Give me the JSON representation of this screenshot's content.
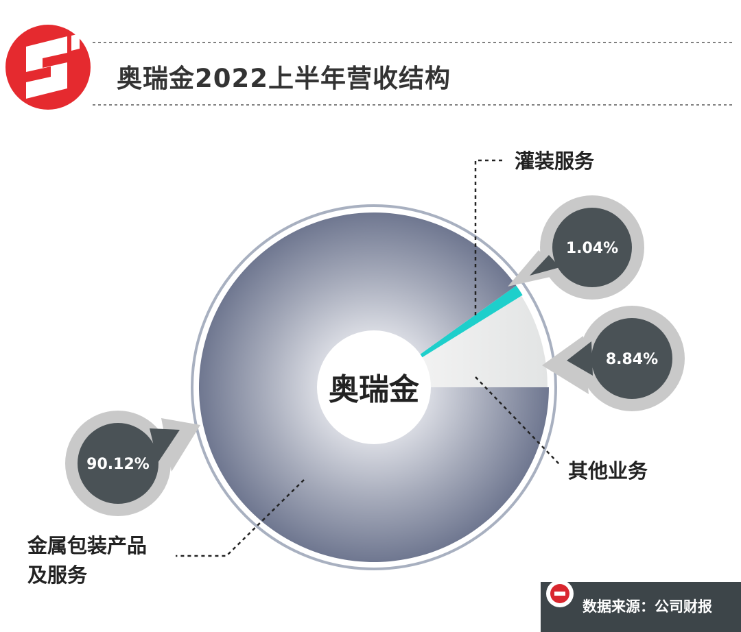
{
  "header": {
    "title": "奥瑞金2022上半年营收结构"
  },
  "logo": {
    "icon": "s-logo-icon",
    "color": "#e52a2f"
  },
  "chart_data": {
    "type": "pie",
    "center_label": "奥瑞金",
    "slices": [
      {
        "name": "金属包装产品及服务",
        "value": 90.12,
        "value_label": "90.12%",
        "color": "#7b8296"
      },
      {
        "name": "其他业务",
        "value": 8.84,
        "value_label": "8.84%",
        "color": "#eceeee"
      },
      {
        "name": "灌装服务",
        "value": 1.04,
        "value_label": "1.04%",
        "color": "#1ecfcb"
      }
    ],
    "labels": {
      "metal": [
        "金属包装产品",
        "及服务"
      ],
      "other": "其他业务",
      "filling": "灌装服务"
    }
  },
  "footer": {
    "source": "数据来源：公司财报"
  }
}
